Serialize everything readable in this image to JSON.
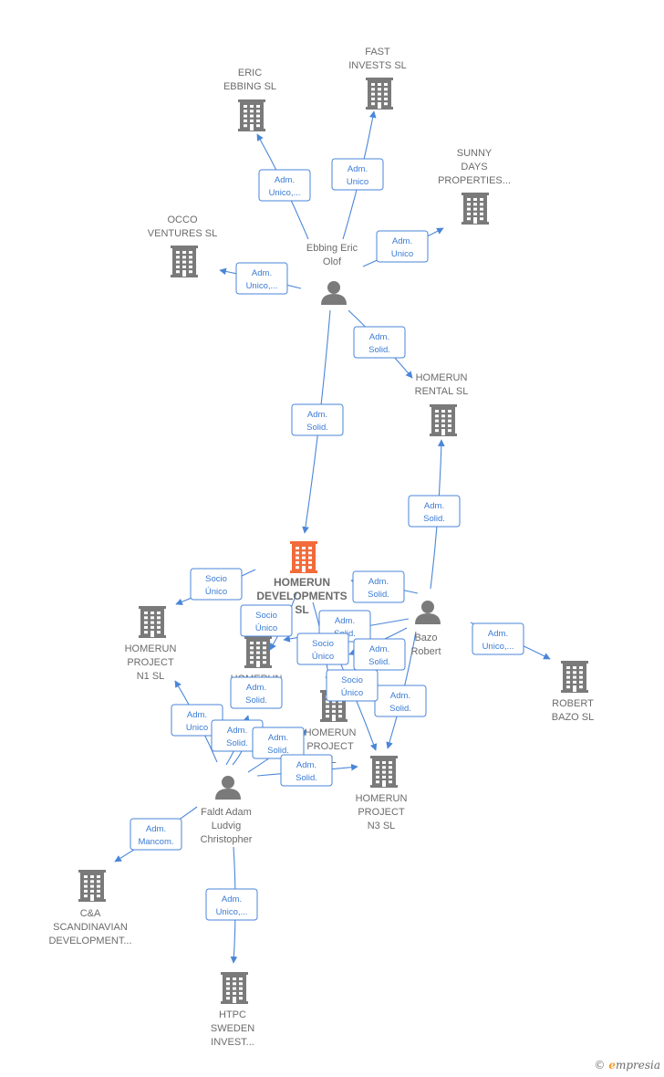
{
  "colors": {
    "edge": "#4a86d8",
    "company": "#7a7a7a",
    "focus": "#f26b3a",
    "person": "#7a7a7a"
  },
  "nodes": [
    {
      "id": "eric",
      "type": "company",
      "label": [
        "ERIC",
        "EBBING  SL"
      ]
    },
    {
      "id": "fast",
      "type": "company",
      "label": [
        "FAST",
        "INVESTS  SL"
      ]
    },
    {
      "id": "sunny",
      "type": "company",
      "label": [
        "SUNNY",
        "DAYS",
        "PROPERTIES..."
      ]
    },
    {
      "id": "occo",
      "type": "company",
      "label": [
        "OCCO",
        "VENTURES  SL"
      ]
    },
    {
      "id": "ebbing",
      "type": "person",
      "label": [
        "Ebbing Eric",
        "Olof"
      ]
    },
    {
      "id": "rental",
      "type": "company",
      "label": [
        "HOMERUN",
        "RENTAL  SL"
      ]
    },
    {
      "id": "dev",
      "type": "focus",
      "label": [
        "HOMERUN",
        "DEVELOPMENTS",
        "SL"
      ]
    },
    {
      "id": "n1",
      "type": "company",
      "label": [
        "HOMERUN",
        "PROJECT",
        "N1  SL"
      ]
    },
    {
      "id": "pa",
      "type": "company",
      "label": [
        "HOMERUN",
        "PROJECT"
      ]
    },
    {
      "id": "pb",
      "type": "company",
      "label": [
        "HOMERUN",
        "PROJECT",
        "SL"
      ]
    },
    {
      "id": "n3",
      "type": "company",
      "label": [
        "HOMERUN",
        "PROJECT",
        "N3  SL"
      ]
    },
    {
      "id": "bazo",
      "type": "person",
      "label": [
        "Bazo",
        "Robert"
      ]
    },
    {
      "id": "robertbazo",
      "type": "company",
      "label": [
        "ROBERT",
        "BAZO  SL"
      ]
    },
    {
      "id": "faldt",
      "type": "person",
      "label": [
        "Faldt Adam",
        "Ludvig",
        "Christopher"
      ]
    },
    {
      "id": "ca",
      "type": "company",
      "label": [
        "C&A",
        "SCANDINAVIAN",
        "DEVELOPMENT..."
      ]
    },
    {
      "id": "htpc",
      "type": "company",
      "label": [
        "HTPC",
        "SWEDEN",
        "INVEST..."
      ]
    }
  ],
  "edges": [
    {
      "from": "ebbing",
      "to": "eric",
      "label": [
        "Adm.",
        "Unico,..."
      ]
    },
    {
      "from": "ebbing",
      "to": "fast",
      "label": [
        "Adm.",
        "Unico"
      ]
    },
    {
      "from": "ebbing",
      "to": "sunny",
      "label": [
        "Adm.",
        "Unico"
      ]
    },
    {
      "from": "ebbing",
      "to": "occo",
      "label": [
        "Adm.",
        "Unico,..."
      ]
    },
    {
      "from": "ebbing",
      "to": "rental",
      "label": [
        "Adm.",
        "Solid."
      ]
    },
    {
      "from": "ebbing",
      "to": "dev",
      "label": [
        "Adm.",
        "Solid."
      ]
    },
    {
      "from": "bazo",
      "to": "rental",
      "label": [
        "Adm.",
        "Solid."
      ]
    },
    {
      "from": "bazo",
      "to": "dev",
      "label": [
        "Adm.",
        "Solid."
      ]
    },
    {
      "from": "bazo",
      "to": "robertbazo",
      "label": [
        "Adm.",
        "Unico,..."
      ]
    },
    {
      "from": "bazo",
      "to": "pa",
      "label": [
        "Adm.",
        "Solid."
      ]
    },
    {
      "from": "bazo",
      "to": "pb",
      "label": [
        "Adm.",
        "Solid."
      ]
    },
    {
      "from": "bazo",
      "to": "n3",
      "label": [
        "Adm.",
        "Solid."
      ]
    },
    {
      "from": "dev",
      "to": "n1",
      "label": [
        "Socio",
        "Único"
      ]
    },
    {
      "from": "dev",
      "to": "pa",
      "label": [
        "Socio",
        "Único"
      ]
    },
    {
      "from": "dev",
      "to": "pb",
      "label": [
        "Socio",
        "Único"
      ]
    },
    {
      "from": "dev",
      "to": "n3",
      "label": [
        "Socio",
        "Único"
      ]
    },
    {
      "from": "faldt",
      "to": "n1",
      "label": [
        "Adm.",
        "Unico"
      ]
    },
    {
      "from": "faldt",
      "to": "pa",
      "label": [
        "Adm.",
        "Solid."
      ]
    },
    {
      "from": "faldt",
      "to": "pa",
      "label": [
        "Adm.",
        "Solid."
      ]
    },
    {
      "from": "faldt",
      "to": "pb",
      "label": [
        "Adm.",
        "Solid."
      ]
    },
    {
      "from": "faldt",
      "to": "n3",
      "label": [
        "Adm.",
        "Solid."
      ]
    },
    {
      "from": "faldt",
      "to": "ca",
      "label": [
        "Adm.",
        "Mancom."
      ]
    },
    {
      "from": "faldt",
      "to": "htpc",
      "label": [
        "Adm.",
        "Unico,..."
      ]
    }
  ],
  "footer": {
    "copyright": "©",
    "brand_initial": "e",
    "brand_rest": "mpresia"
  }
}
